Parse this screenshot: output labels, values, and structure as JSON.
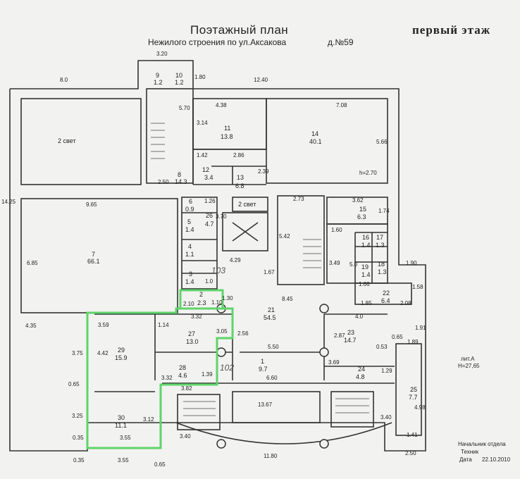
{
  "header": {
    "title": "Поэтажный план",
    "subtitle_prefix": "Нежилого строения по ул.Аксакова",
    "subtitle_number": "д.№59",
    "floor": "первый этаж"
  },
  "rooms": [
    {
      "num": "9",
      "area": "1.2"
    },
    {
      "num": "10",
      "area": "1.2"
    },
    {
      "num": "11",
      "area": "13.8"
    },
    {
      "num": "14",
      "area": "40.1"
    },
    {
      "num": "2 свет",
      "area": ""
    },
    {
      "num": "8",
      "area": "14.3"
    },
    {
      "num": "12",
      "area": "3.4"
    },
    {
      "num": "13",
      "area": "6.8"
    },
    {
      "num": "6",
      "area": "0.9"
    },
    {
      "num": "26",
      "area": "4.7"
    },
    {
      "num": "2 свет",
      "area": ""
    },
    {
      "num": "15",
      "area": "6.3"
    },
    {
      "num": "5",
      "area": "1.4"
    },
    {
      "num": "16",
      "area": "1.4"
    },
    {
      "num": "17",
      "area": "1.3"
    },
    {
      "num": "7",
      "area": "66.1"
    },
    {
      "num": "4",
      "area": "1.1"
    },
    {
      "num": "19",
      "area": "1.4"
    },
    {
      "num": "18",
      "area": "1.3"
    },
    {
      "num": "3",
      "area": "1.4"
    },
    {
      "num": "2",
      "area": "2.3"
    },
    {
      "num": "22",
      "area": "6.4"
    },
    {
      "num": "21",
      "area": "54.5"
    },
    {
      "num": "23",
      "area": "14.7"
    },
    {
      "num": "27",
      "area": "13.0"
    },
    {
      "num": "29",
      "area": "15.9"
    },
    {
      "num": "1",
      "area": "9.7"
    },
    {
      "num": "24",
      "area": "4.8"
    },
    {
      "num": "28",
      "area": "4.6"
    },
    {
      "num": "25",
      "area": "7.7"
    },
    {
      "num": "30",
      "area": "11.1"
    }
  ],
  "dimensions": [
    "3.20",
    "1.80",
    "8.0",
    "12.40",
    "5.70",
    "4.38",
    "7.08",
    "3.14",
    "5.66",
    "1.42",
    "2.86",
    "2.39",
    "h=2.70",
    "2.50",
    "3.62",
    "1.26",
    "2.73",
    "9.65",
    "3.70",
    "1.74",
    "14.25",
    "1.60",
    "5.42",
    "6.85",
    "4.29",
    "3.49",
    "1.67",
    "5.0",
    "1.90",
    "1.0",
    "1.66",
    "8.45",
    "1.85",
    "1.58",
    "2.10",
    "1.10",
    "2.08",
    "4.35",
    "3.32",
    "1.30",
    "4.0",
    "3.59",
    "1.14",
    "3.05",
    "2.56",
    "2.87",
    "1.91",
    "0.53",
    "0.65",
    "1.89",
    "5.50",
    "3.75",
    "4.42",
    "3.69",
    "1.29",
    "3.32",
    "1.39",
    "6.60",
    "0.65",
    "3.82",
    "13.67",
    "4.98",
    "3.25",
    "3.12",
    "3.40",
    "0.35",
    "3.55",
    "3.40",
    "1.41",
    "11.80",
    "2.50",
    "0.35",
    "3.55",
    "0.65"
  ],
  "annotations": {
    "hand_1": "103",
    "hand_2": "102",
    "lit": "лит.А",
    "height": "H=27,65"
  },
  "stamp": {
    "head_label": "Начальник отдела",
    "tech_label": "Техник",
    "date_label": "Дата",
    "date_value": "22.10.2010"
  },
  "colors": {
    "highlight": "#5fd46a",
    "wall": "#3a3a3a"
  }
}
